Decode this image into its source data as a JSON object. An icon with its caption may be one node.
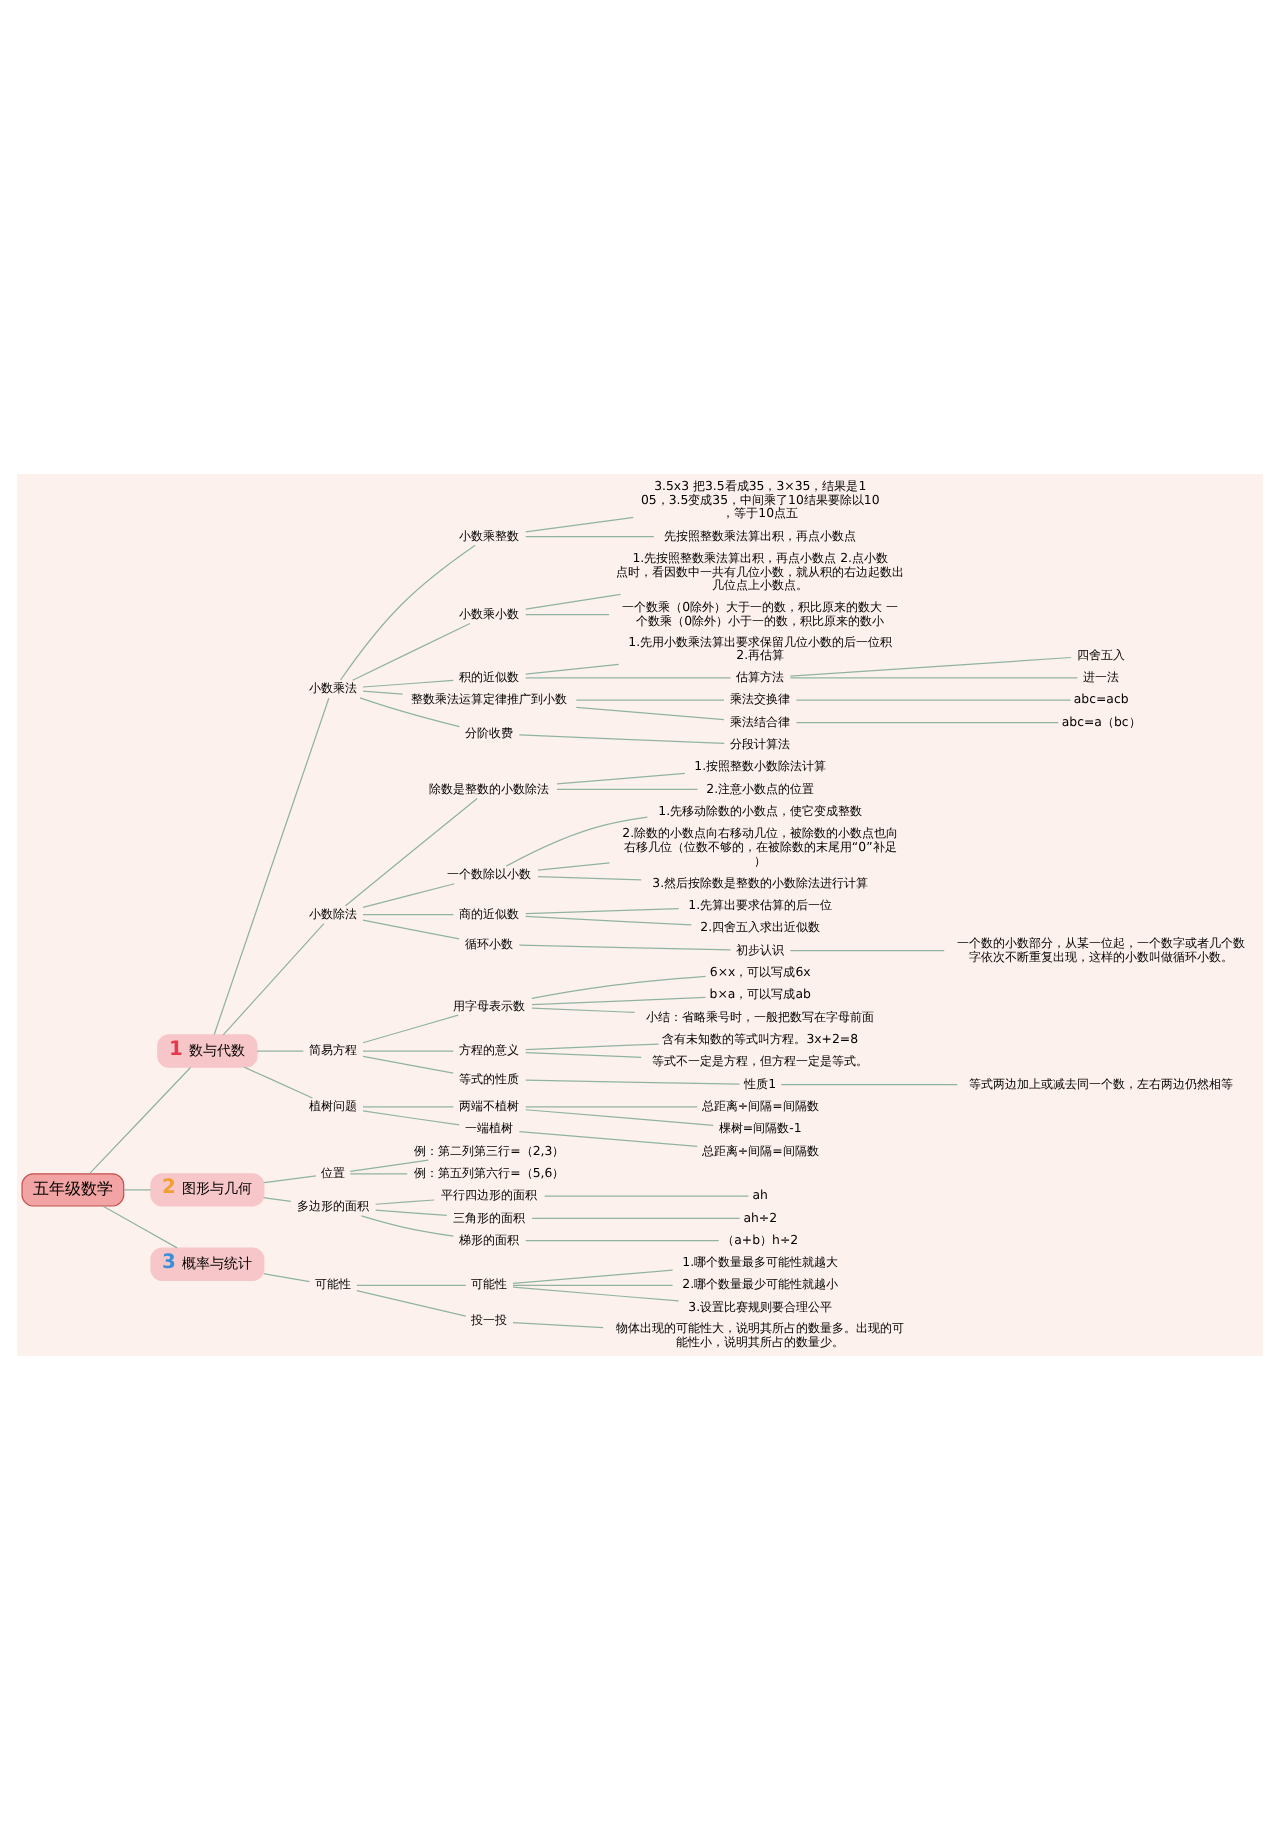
{
  "diagram": {
    "nodes": [
      {
        "text": [
          "五年级数学"
        ]
      },
      {
        "text": [
          "1",
          "数与代数"
        ]
      },
      {
        "text": [
          "小数乘法"
        ]
      },
      {
        "text": [
          "小数乘整数"
        ]
      },
      {
        "text": [
          "3.5x3 把3.5看成35，3×35，结果是105，3.5变成35，中间乘了10结果要除以10，等于10点五"
        ]
      },
      {
        "text": [
          "先按照整数乘法算出积，再点小数点"
        ]
      },
      {
        "text": [
          "小数乘小数"
        ]
      },
      {
        "text": [
          "1.先按照整数乘法算出积，再点小数点 2.点小数点时，看因数中一共有几位小数，就从积的右边起数出几位点上小数点。"
        ]
      },
      {
        "text": [
          "一个数乘（0除外）大于一的数，积比原来的数大 一个数乘（0除外）小于一的数，积比原来的数小"
        ]
      },
      {
        "text": [
          "积的近似数"
        ]
      },
      {
        "text": [
          "1.先用小数乘法算出要求保留几位小数的后一位积 2.再估算"
        ]
      },
      {
        "text": [
          "估算方法"
        ]
      },
      {
        "text": [
          "四舍五入"
        ]
      },
      {
        "text": [
          "进一法"
        ]
      },
      {
        "text": [
          "整数乘法运算定律推广到小数"
        ]
      },
      {
        "text": [
          "乘法交换律"
        ]
      },
      {
        "text": [
          "abc=acb"
        ]
      },
      {
        "text": [
          "乘法结合律"
        ]
      },
      {
        "text": [
          "abc=a（bc）"
        ]
      },
      {
        "text": [
          "分阶收费"
        ]
      },
      {
        "text": [
          "分段计算法"
        ]
      },
      {
        "text": [
          "小数除法"
        ]
      },
      {
        "text": [
          "除数是整数的小数除法"
        ]
      },
      {
        "text": [
          "1.按照整数小数除法计算"
        ]
      },
      {
        "text": [
          "2.注意小数点的位置"
        ]
      },
      {
        "text": [
          "一个数除以小数"
        ]
      },
      {
        "text": [
          "1.先移动除数的小数点，使它变成整数"
        ]
      },
      {
        "text": [
          "2.除数的小数点向右移动几位，被除数的小数点也向右移几位（位数不够的，在被除数的末尾用“0”补足）"
        ]
      },
      {
        "text": [
          "3.然后按除数是整数的小数除法进行计算"
        ]
      },
      {
        "text": [
          "商的近似数"
        ]
      },
      {
        "text": [
          "1.先算出要求估算的后一位"
        ]
      },
      {
        "text": [
          "2.四舍五入求出近似数"
        ]
      },
      {
        "text": [
          "循环小数"
        ]
      },
      {
        "text": [
          "初步认识"
        ]
      },
      {
        "text": [
          "一个数的小数部分，从某一位起，一个数字或者几个数字依次不断重复出现，这样的小数叫做循环小数。"
        ]
      },
      {
        "text": [
          "简易方程"
        ]
      },
      {
        "text": [
          "用字母表示数"
        ]
      },
      {
        "text": [
          "6×x，可以写成6x"
        ]
      },
      {
        "text": [
          "b×a，可以写成ab"
        ]
      },
      {
        "text": [
          "小结：省略乘号时，一般把数写在字母前面"
        ]
      },
      {
        "text": [
          "方程的意义"
        ]
      },
      {
        "text": [
          "含有未知数的等式叫方程。3x+2=8"
        ]
      },
      {
        "text": [
          "等式不一定是方程，但方程一定是等式。"
        ]
      },
      {
        "text": [
          "等式的性质"
        ]
      },
      {
        "text": [
          "性质1"
        ]
      },
      {
        "text": [
          "等式两边加上或减去同一个数，左右两边仍然相等"
        ]
      },
      {
        "text": [
          "植树问题"
        ]
      },
      {
        "text": [
          "两端不植树"
        ]
      },
      {
        "text": [
          "总距离÷间隔=间隔数"
        ]
      },
      {
        "text": [
          "棵树=间隔数-1"
        ]
      },
      {
        "text": [
          "一端植树"
        ]
      },
      {
        "text": [
          "总距离÷间隔=间隔数"
        ]
      },
      {
        "text": [
          "2",
          "图形与几何"
        ]
      },
      {
        "text": [
          "位置"
        ]
      },
      {
        "text": [
          "例：第二列第三行=（2,3）"
        ]
      },
      {
        "text": [
          "例：第五列第六行=（5,6）"
        ]
      },
      {
        "text": [
          "多边形的面积"
        ]
      },
      {
        "text": [
          "平行四边形的面积"
        ]
      },
      {
        "text": [
          "ah"
        ]
      },
      {
        "text": [
          "三角形的面积"
        ]
      },
      {
        "text": [
          "ah÷2"
        ]
      },
      {
        "text": [
          "梯形的面积"
        ]
      },
      {
        "text": [
          "（a+b）h÷2"
        ]
      },
      {
        "text": [
          "3",
          "概率与统计"
        ]
      },
      {
        "text": [
          "可能性"
        ]
      },
      {
        "text": [
          "可能性"
        ]
      },
      {
        "text": [
          "1.哪个数量最多可能性就越大"
        ]
      },
      {
        "text": [
          "2.哪个数量最少可能性就越小"
        ]
      },
      {
        "text": [
          "3.设置比赛规则要合理公平"
        ]
      },
      {
        "text": [
          "投一投"
        ]
      },
      {
        "text": [
          "物体出现的可能性大，说明其所占的数量多。出现的可能性小，说明其所占的数量少。"
        ]
      }
    ],
    "edges": [
      {
        "from": 0,
        "to": 1,
        "arrow": "none"
      },
      {
        "from": 1,
        "to": 2,
        "arrow": "none"
      },
      {
        "from": 2,
        "to": 3,
        "arrow": "none"
      },
      {
        "from": 3,
        "to": 4,
        "arrow": "none"
      },
      {
        "from": 3,
        "to": 5,
        "arrow": "none"
      },
      {
        "from": 2,
        "to": 6,
        "arrow": "none"
      },
      {
        "from": 6,
        "to": 7,
        "arrow": "none"
      },
      {
        "from": 6,
        "to": 8,
        "arrow": "none"
      },
      {
        "from": 2,
        "to": 9,
        "arrow": "none"
      },
      {
        "from": 9,
        "to": 10,
        "arrow": "none"
      },
      {
        "from": 9,
        "to": 11,
        "arrow": "none"
      },
      {
        "from": 11,
        "to": 12,
        "arrow": "none"
      },
      {
        "from": 11,
        "to": 13,
        "arrow": "none"
      },
      {
        "from": 2,
        "to": 14,
        "arrow": "none"
      },
      {
        "from": 14,
        "to": 15,
        "arrow": "none"
      },
      {
        "from": 15,
        "to": 16,
        "arrow": "none"
      },
      {
        "from": 14,
        "to": 17,
        "arrow": "none"
      },
      {
        "from": 17,
        "to": 18,
        "arrow": "none"
      },
      {
        "from": 2,
        "to": 19,
        "arrow": "none"
      },
      {
        "from": 19,
        "to": 20,
        "arrow": "none"
      },
      {
        "from": 1,
        "to": 21,
        "arrow": "none"
      },
      {
        "from": 21,
        "to": 22,
        "arrow": "none"
      },
      {
        "from": 22,
        "to": 23,
        "arrow": "none"
      },
      {
        "from": 22,
        "to": 24,
        "arrow": "none"
      },
      {
        "from": 21,
        "to": 25,
        "arrow": "none"
      },
      {
        "from": 25,
        "to": 26,
        "arrow": "none"
      },
      {
        "from": 25,
        "to": 27,
        "arrow": "none"
      },
      {
        "from": 25,
        "to": 28,
        "arrow": "none"
      },
      {
        "from": 21,
        "to": 29,
        "arrow": "none"
      },
      {
        "from": 29,
        "to": 30,
        "arrow": "none"
      },
      {
        "from": 29,
        "to": 31,
        "arrow": "none"
      },
      {
        "from": 21,
        "to": 32,
        "arrow": "none"
      },
      {
        "from": 32,
        "to": 33,
        "arrow": "none"
      },
      {
        "from": 33,
        "to": 34,
        "arrow": "none"
      },
      {
        "from": 1,
        "to": 35,
        "arrow": "none"
      },
      {
        "from": 35,
        "to": 36,
        "arrow": "none"
      },
      {
        "from": 36,
        "to": 37,
        "arrow": "none"
      },
      {
        "from": 36,
        "to": 38,
        "arrow": "none"
      },
      {
        "from": 36,
        "to": 39,
        "arrow": "none"
      },
      {
        "from": 35,
        "to": 40,
        "arrow": "none"
      },
      {
        "from": 40,
        "to": 41,
        "arrow": "none"
      },
      {
        "from": 40,
        "to": 42,
        "arrow": "none"
      },
      {
        "from": 35,
        "to": 43,
        "arrow": "none"
      },
      {
        "from": 43,
        "to": 44,
        "arrow": "none"
      },
      {
        "from": 44,
        "to": 45,
        "arrow": "none"
      },
      {
        "from": 1,
        "to": 46,
        "arrow": "none"
      },
      {
        "from": 46,
        "to": 47,
        "arrow": "none"
      },
      {
        "from": 47,
        "to": 48,
        "arrow": "none"
      },
      {
        "from": 47,
        "to": 49,
        "arrow": "none"
      },
      {
        "from": 46,
        "to": 50,
        "arrow": "none"
      },
      {
        "from": 50,
        "to": 51,
        "arrow": "none"
      },
      {
        "from": 0,
        "to": 52,
        "arrow": "none"
      },
      {
        "from": 52,
        "to": 53,
        "arrow": "none"
      },
      {
        "from": 53,
        "to": 54,
        "arrow": "none"
      },
      {
        "from": 53,
        "to": 55,
        "arrow": "none"
      },
      {
        "from": 52,
        "to": 56,
        "arrow": "none"
      },
      {
        "from": 56,
        "to": 57,
        "arrow": "none"
      },
      {
        "from": 57,
        "to": 58,
        "arrow": "none"
      },
      {
        "from": 56,
        "to": 59,
        "arrow": "none"
      },
      {
        "from": 59,
        "to": 60,
        "arrow": "none"
      },
      {
        "from": 56,
        "to": 61,
        "arrow": "none"
      },
      {
        "from": 61,
        "to": 62,
        "arrow": "none"
      },
      {
        "from": 0,
        "to": 63,
        "arrow": "none"
      },
      {
        "from": 63,
        "to": 64,
        "arrow": "none"
      },
      {
        "from": 64,
        "to": 65,
        "arrow": "none"
      },
      {
        "from": 65,
        "to": 66,
        "arrow": "none"
      },
      {
        "from": 65,
        "to": 67,
        "arrow": "none"
      },
      {
        "from": 65,
        "to": 68,
        "arrow": "none"
      },
      {
        "from": 64,
        "to": 69,
        "arrow": "none"
      },
      {
        "from": 69,
        "to": 70,
        "arrow": "none"
      }
    ]
  }
}
